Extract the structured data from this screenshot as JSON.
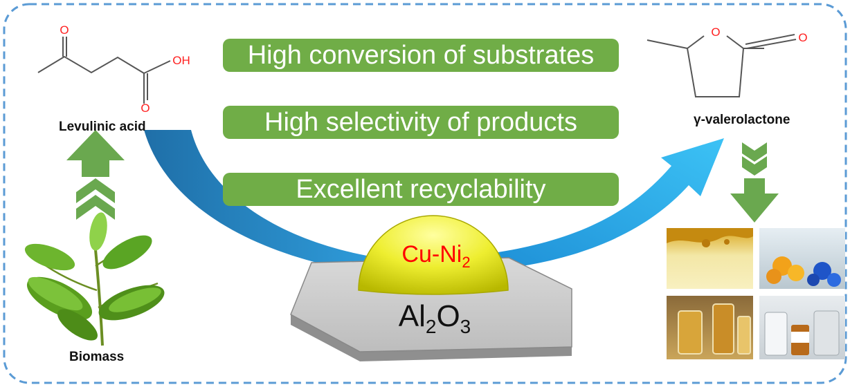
{
  "features": [
    {
      "text": "High conversion of substrates"
    },
    {
      "text": "High selectivity of products"
    },
    {
      "text": "Excellent recyclability"
    }
  ],
  "reactant": {
    "name": "Levulinic acid",
    "atom_o": "O",
    "atom_oh": "OH"
  },
  "product": {
    "name": "γ-valerolactone",
    "atom_o": "O"
  },
  "source": {
    "name": "Biomass"
  },
  "catalyst": {
    "metal_prefix": "Cu-Ni",
    "metal_sub": "2",
    "support_a": "Al",
    "support_sub_a": "2",
    "support_b": "O",
    "support_sub_b": "3"
  },
  "colors": {
    "border": "#5b9bd5",
    "pill": "#70ad47",
    "arrow_green": "#6aa84f",
    "arrow_blue_dark": "#1f6fa8",
    "arrow_blue_light": "#22a8e8",
    "dome": "#e6e63a",
    "metal_text": "#ff0000",
    "heteroatom": "#ff2020"
  },
  "icons": [
    "leaf-plant-icon",
    "double-chevron-up-icon",
    "double-chevron-down-icon",
    "down-arrow-icon"
  ]
}
